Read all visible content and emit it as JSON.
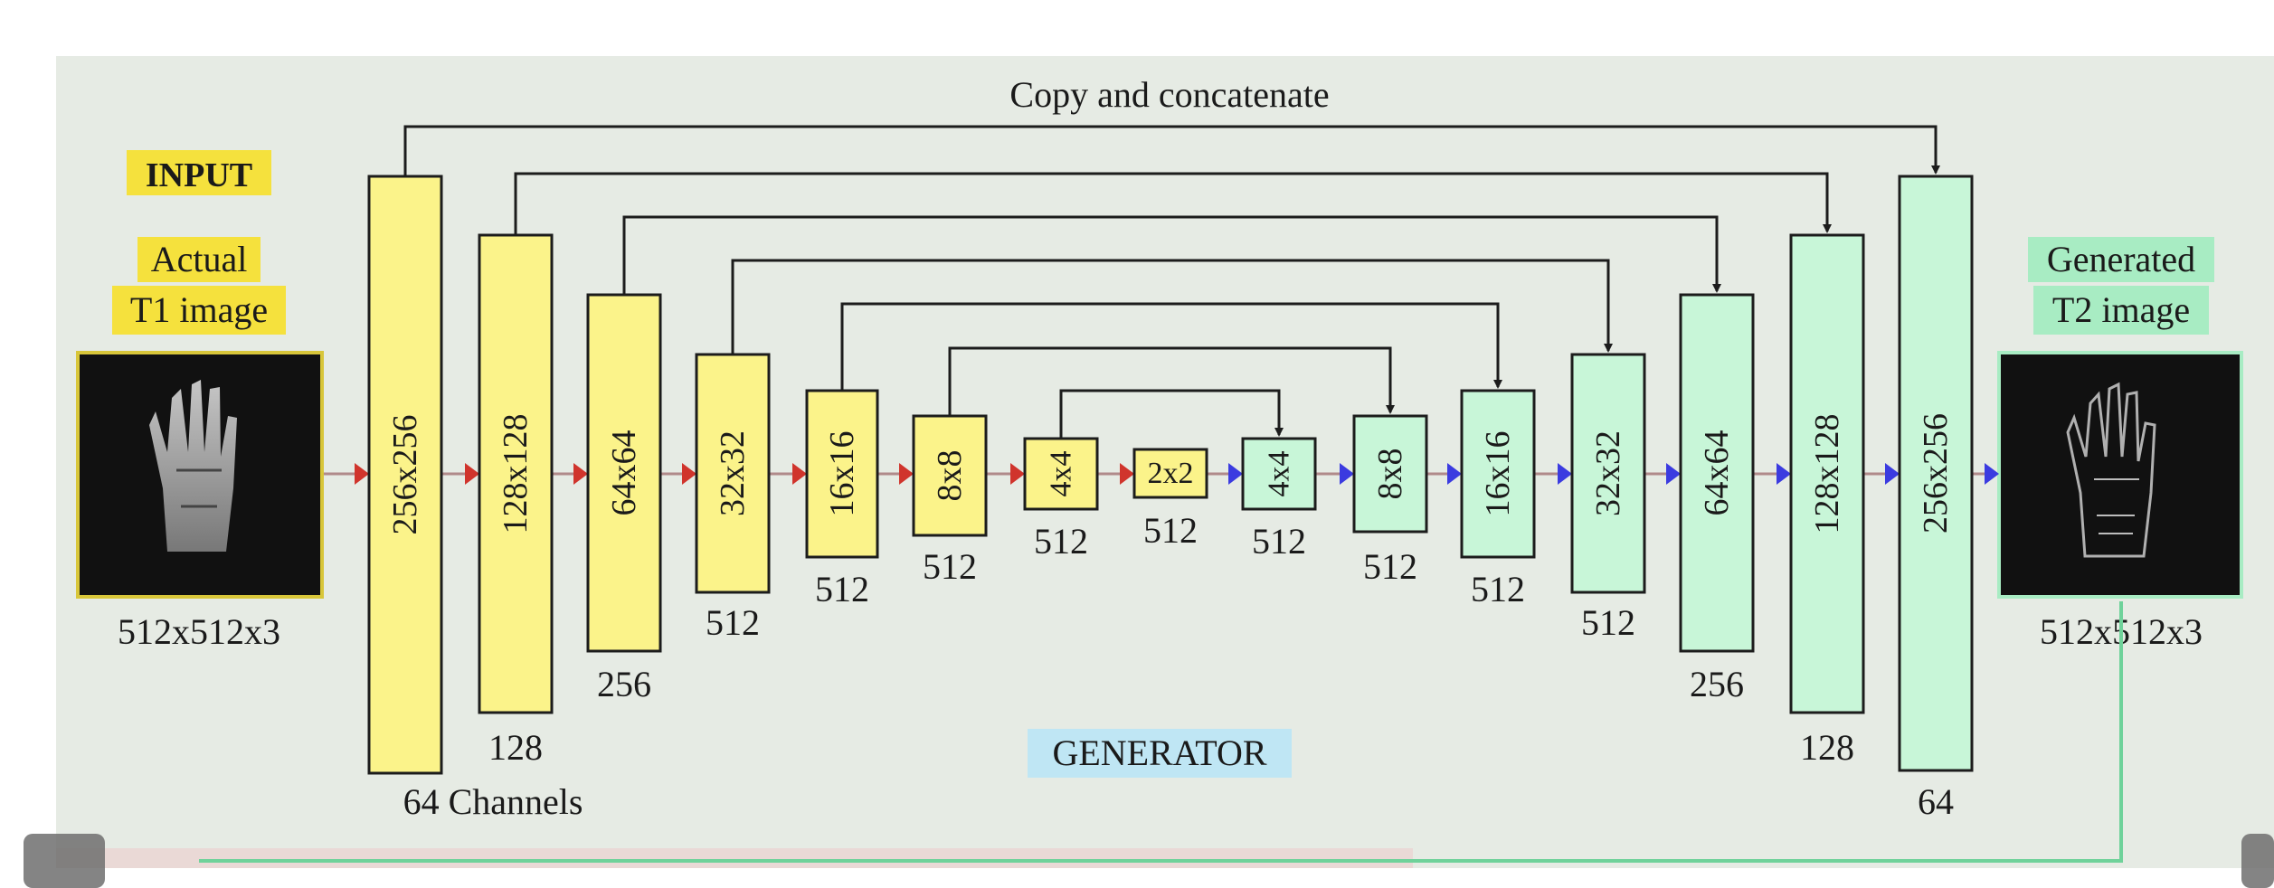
{
  "diagram": {
    "title": "Copy and concatenate",
    "input_tag": "INPUT",
    "input_label": [
      "Actual",
      "T1 image"
    ],
    "output_label": [
      "Generated",
      "T2 image"
    ],
    "input_size": "512x512x3",
    "output_size": "512x512x3",
    "section_label": "GENERATOR",
    "colors": {
      "encoder": "#fbf38a",
      "decoder": "#c8f6d8",
      "encoder_arrow": "#d0342c",
      "decoder_arrow": "#3b3be0",
      "input_tag_bg": "#f5e13d",
      "output_tag_bg": "#a8ecc3",
      "section_tag_bg": "#bfe6f4"
    },
    "encoder": [
      {
        "label": "256x256",
        "channels": "64 Channels"
      },
      {
        "label": "128x128",
        "channels": "128"
      },
      {
        "label": "64x64",
        "channels": "256"
      },
      {
        "label": "32x32",
        "channels": "512"
      },
      {
        "label": "16x16",
        "channels": "512"
      },
      {
        "label": "8x8",
        "channels": "512"
      },
      {
        "label": "4x4",
        "channels": "512"
      },
      {
        "label": "2x2",
        "channels": "512"
      }
    ],
    "decoder": [
      {
        "label": "4x4",
        "channels": "512"
      },
      {
        "label": "8x8",
        "channels": "512"
      },
      {
        "label": "16x16",
        "channels": "512"
      },
      {
        "label": "32x32",
        "channels": "512"
      },
      {
        "label": "64x64",
        "channels": "256"
      },
      {
        "label": "128x128",
        "channels": "128"
      },
      {
        "label": "256x256",
        "channels": "64"
      }
    ]
  }
}
